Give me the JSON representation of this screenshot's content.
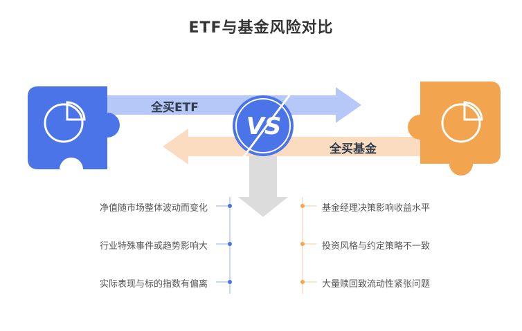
{
  "title": "ETF与基金风险对比",
  "left": {
    "arrow_label": "全买ETF",
    "color": "#4a74e8",
    "arrow_color": "#b5c8f7",
    "icon": "pie-chart-icon",
    "items": [
      "净值随市场整体波动而变化",
      "行业特殊事件或趋势影响大",
      "实际表现与标的指数有偏离"
    ]
  },
  "right": {
    "arrow_label": "全买基金",
    "color": "#f2a44e",
    "arrow_color": "#fbdcc0",
    "icon": "pie-chart-icon",
    "items": [
      "基金经理决策影响收益水平",
      "投资风格与约定策略不一致",
      "大量赎回致流动性紧张问题"
    ]
  },
  "center": {
    "badge_text": "VS",
    "badge_color": "#4a74e8",
    "pointer_color": "#dcdcdc"
  }
}
